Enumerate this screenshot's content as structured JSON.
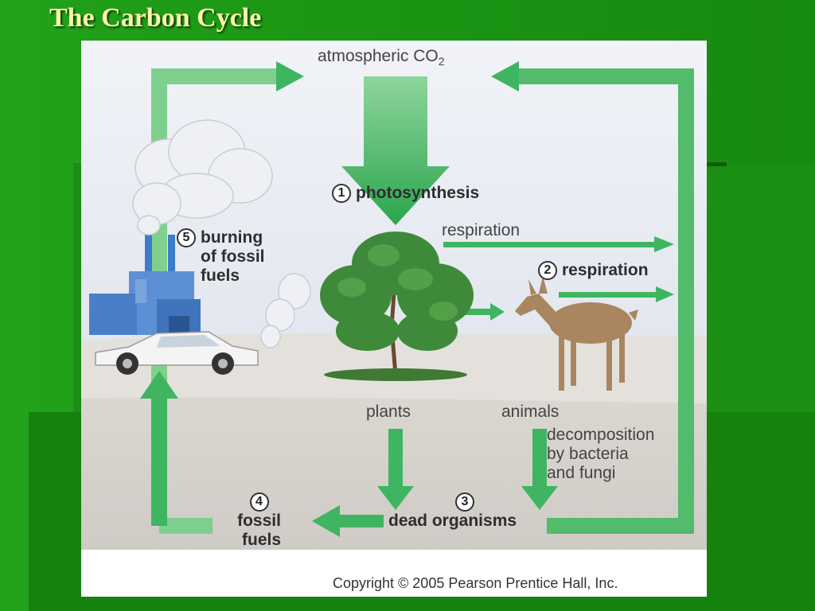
{
  "title": "The Carbon Cycle",
  "diagram": {
    "atmospheric": {
      "label": "atmospheric CO",
      "subscript": "2"
    },
    "photosynthesis": {
      "number": "1",
      "label": "photosynthesis"
    },
    "respiration_plants": {
      "label": "respiration"
    },
    "respiration_animals": {
      "number": "2",
      "label": "respiration"
    },
    "burning": {
      "number": "5",
      "lines": [
        "burning",
        "of fossil",
        "fuels"
      ]
    },
    "plants": {
      "label": "plants"
    },
    "animals": {
      "label": "animals"
    },
    "decomposition": {
      "lines": [
        "decomposition",
        "by bacteria",
        "and fungi"
      ]
    },
    "dead_organisms": {
      "number": "3",
      "label": "dead organisms"
    },
    "fossil_fuels": {
      "number": "4",
      "lines": [
        "fossil",
        "fuels"
      ]
    }
  },
  "copyright": "Copyright © 2005 Pearson Prentice Hall, Inc.",
  "colors": {
    "slide_background": "#1c9614",
    "title_text": "#fbf6a8",
    "arrow_green": "#3fb561",
    "sky": "#e8ecf4",
    "ground": "#cfcbc6"
  }
}
